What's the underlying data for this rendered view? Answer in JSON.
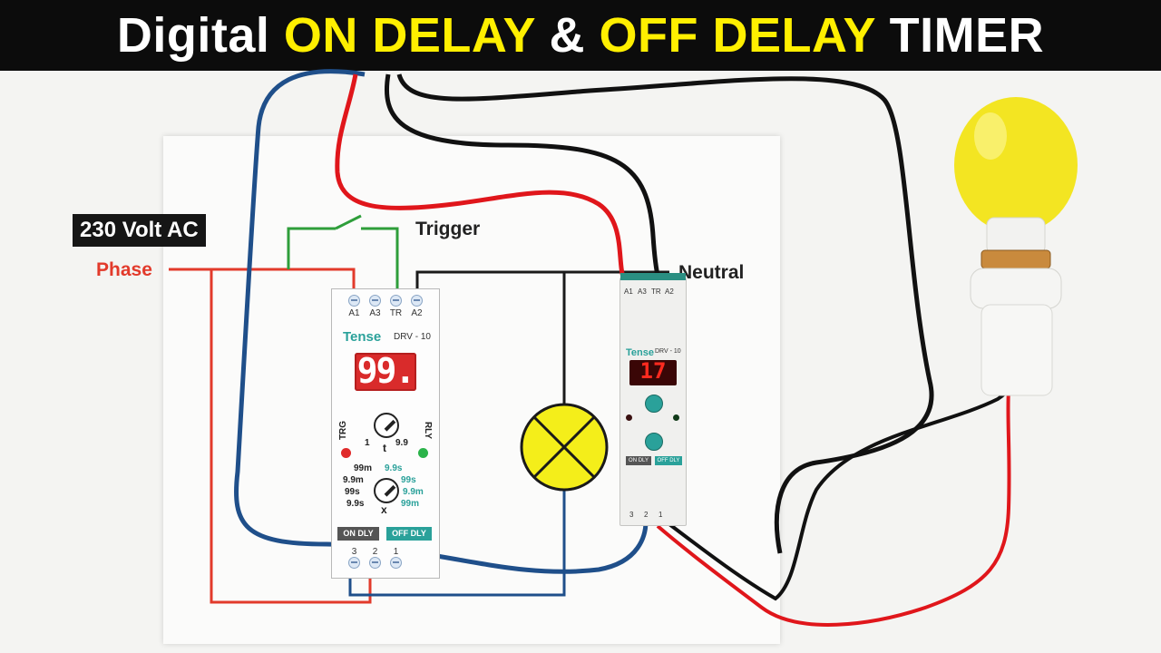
{
  "title": {
    "part1": "Digital",
    "part2": "ON DELAY",
    "part3": "&",
    "part4": "OFF DELAY",
    "part5": "TIMER"
  },
  "labels": {
    "voltage": "230 Volt AC",
    "phase": "Phase",
    "trigger": "Trigger",
    "neutral": "Neutral"
  },
  "timer": {
    "top_terminals": [
      "A1",
      "A3",
      "TR",
      "A2"
    ],
    "bottom_terminals": [
      "3",
      "2",
      "1"
    ],
    "brand": "Tense",
    "model": "DRV - 10",
    "display_value": "99.",
    "led_trg": "TRG",
    "led_rly": "RLY",
    "knob_t_label": "t",
    "knob_t_min": "1",
    "knob_t_max": "9.9",
    "knob_x_label": "x",
    "range_left": [
      "99m",
      "9.9m",
      "99s",
      "9.9s"
    ],
    "range_right": [
      "9.9s",
      "99s",
      "9.9m",
      "99m"
    ],
    "on_dly": "ON DLY",
    "off_dly": "OFF DLY"
  },
  "device": {
    "top_terminals": [
      "A1",
      "A3",
      "TR",
      "A2"
    ],
    "bottom_terminals": [
      "3",
      "2",
      "1"
    ],
    "brand": "Tense",
    "model": "DRV - 10",
    "display_value": "17",
    "on_dly": "ON DLY",
    "off_dly": "OFF DLY"
  },
  "colors": {
    "phase": "#e23a2b",
    "neutral": "#1a1a1a",
    "trigger": "#2e9e3a",
    "blue_wire": "#1f4f8a",
    "red_wire": "#e0161b",
    "lamp": "#f4ee1a",
    "accent_teal": "#2aa19a"
  }
}
